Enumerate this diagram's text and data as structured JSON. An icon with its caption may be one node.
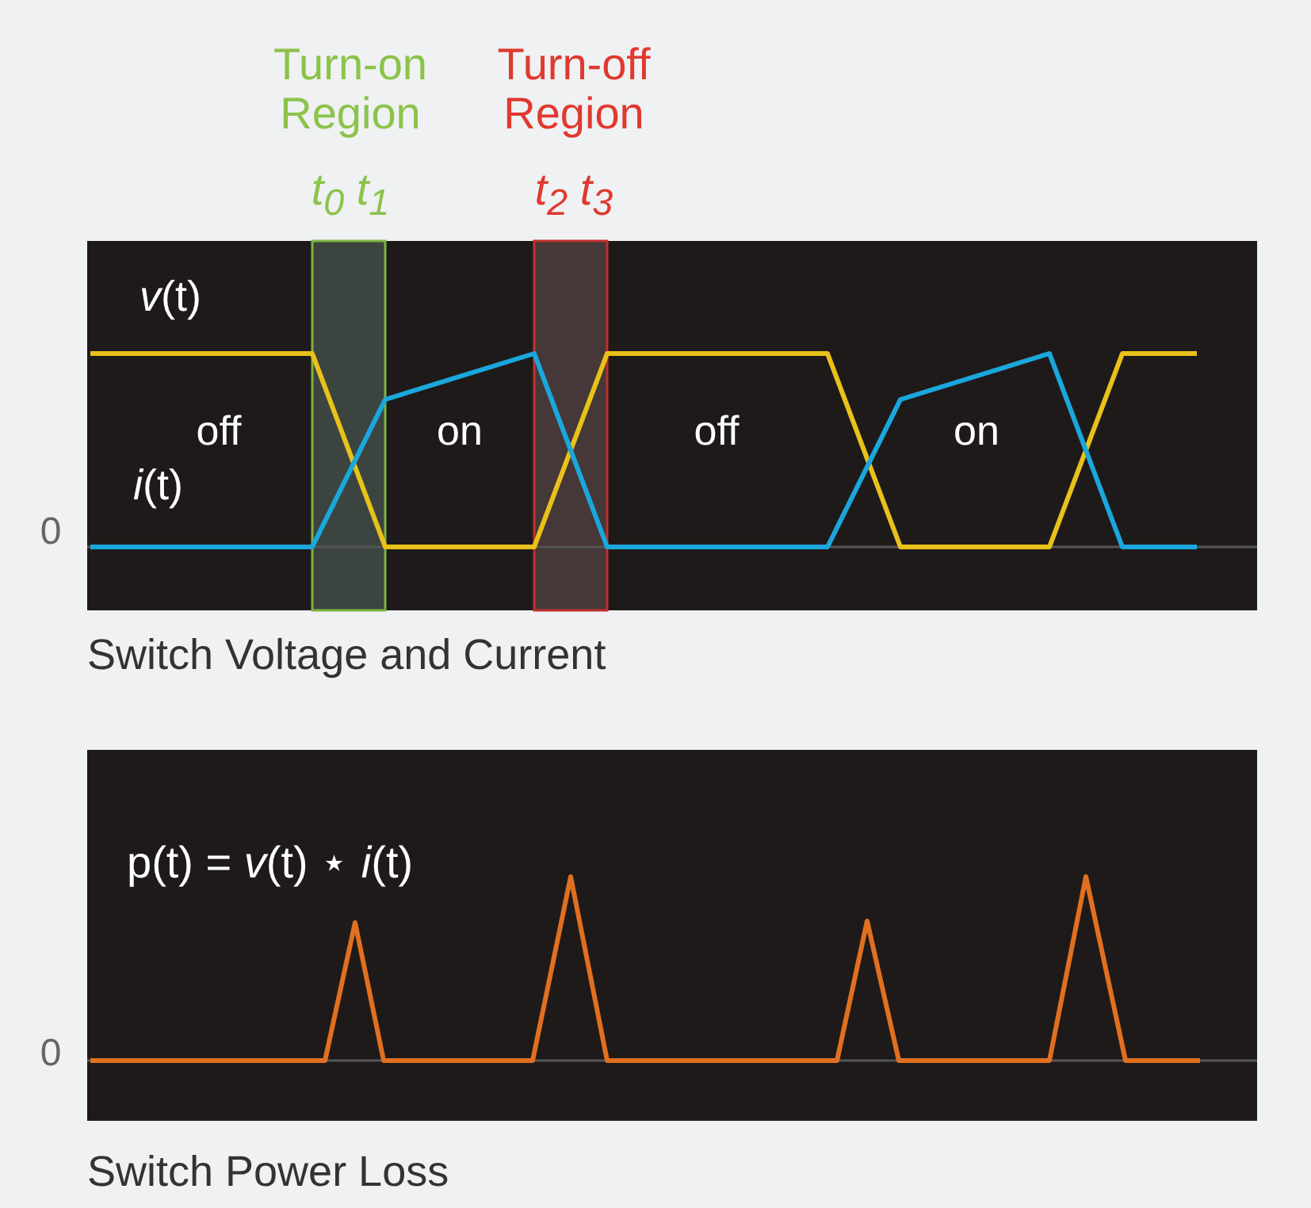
{
  "diagram": {
    "labels": [
      "Turn-on Region",
      "Turn-off Region",
      "t$_{0}$ t$_{1}$",
      "t$_{2}$ t$_{3}$",
      "*v*(t)",
      "off",
      "on",
      "off",
      "on",
      "*i*(t)",
      "0",
      "Switch Voltage and Current",
      "p(t) = *v*(t) ⋆ *i*(t)",
      "0",
      "Switch Power Loss"
    ]
  }
}
